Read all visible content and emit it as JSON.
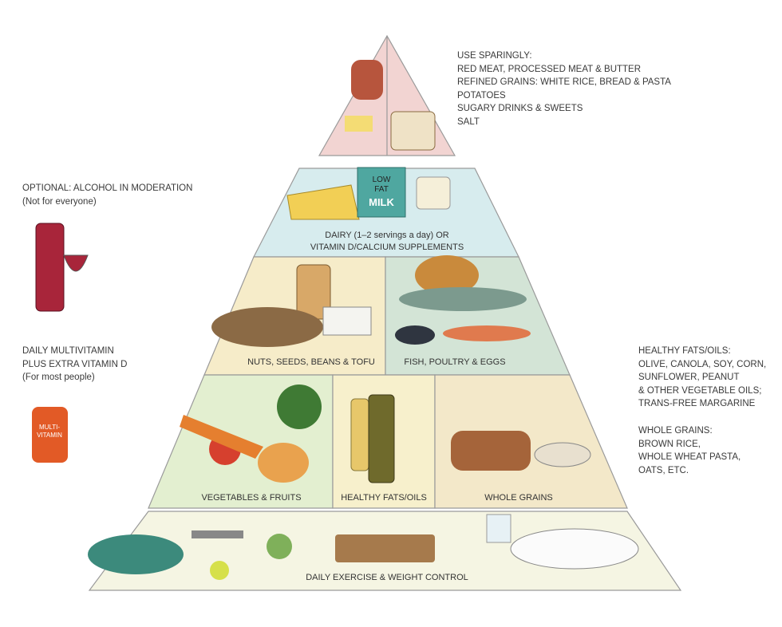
{
  "top_note": {
    "heading": "USE SPARINGLY:",
    "lines": [
      "RED MEAT, PROCESSED MEAT & BUTTER",
      "REFINED GRAINS: WHITE RICE, BREAD & PASTA",
      "POTATOES",
      "SUGARY DRINKS & SWEETS",
      "SALT"
    ]
  },
  "alcohol_note": {
    "heading": "OPTIONAL: ALCOHOL IN MODERATION",
    "sub": "(Not for everyone)"
  },
  "vitamin_note": {
    "lines": [
      "DAILY MULTIVITAMIN",
      "PLUS EXTRA VITAMIN D",
      "(For most people)"
    ]
  },
  "fats_note": {
    "lines": [
      "HEALTHY FATS/OILS:",
      "OLIVE, CANOLA, SOY, CORN,",
      "SUNFLOWER, PEANUT",
      "& OTHER VEGETABLE OILS;",
      "TRANS-FREE MARGARINE"
    ]
  },
  "grains_note": {
    "lines": [
      "WHOLE GRAINS:",
      "BROWN RICE,",
      "WHOLE WHEAT PASTA,",
      "OATS, ETC."
    ]
  },
  "tiers": {
    "dairy": [
      "DAIRY (1–2 servings a day) OR",
      "VITAMIN D/CALCIUM SUPPLEMENTS"
    ],
    "nuts": "NUTS, SEEDS, BEANS & TOFU",
    "fish": "FISH, POULTRY & EGGS",
    "veg": "VEGETABLES & FRUITS",
    "oils": "HEALTHY FATS/OILS",
    "grains": "WHOLE GRAINS",
    "exercise": "DAILY EXERCISE & WEIGHT CONTROL"
  },
  "milk_carton": {
    "line1": "LOW",
    "line2": "FAT",
    "line3": "MILK"
  },
  "vitamin_bottle": {
    "line1": "MULTI-",
    "line2": "VITAMIN"
  },
  "colors": {
    "top": "#f2d4d2",
    "dairy": "#d7ecee",
    "nuts": "#f6ecc9",
    "fish": "#d3e4d6",
    "veg": "#e3efd0",
    "oils": "#f7f0cc",
    "grains": "#f3e8c9",
    "base": "#f5f5e3"
  }
}
